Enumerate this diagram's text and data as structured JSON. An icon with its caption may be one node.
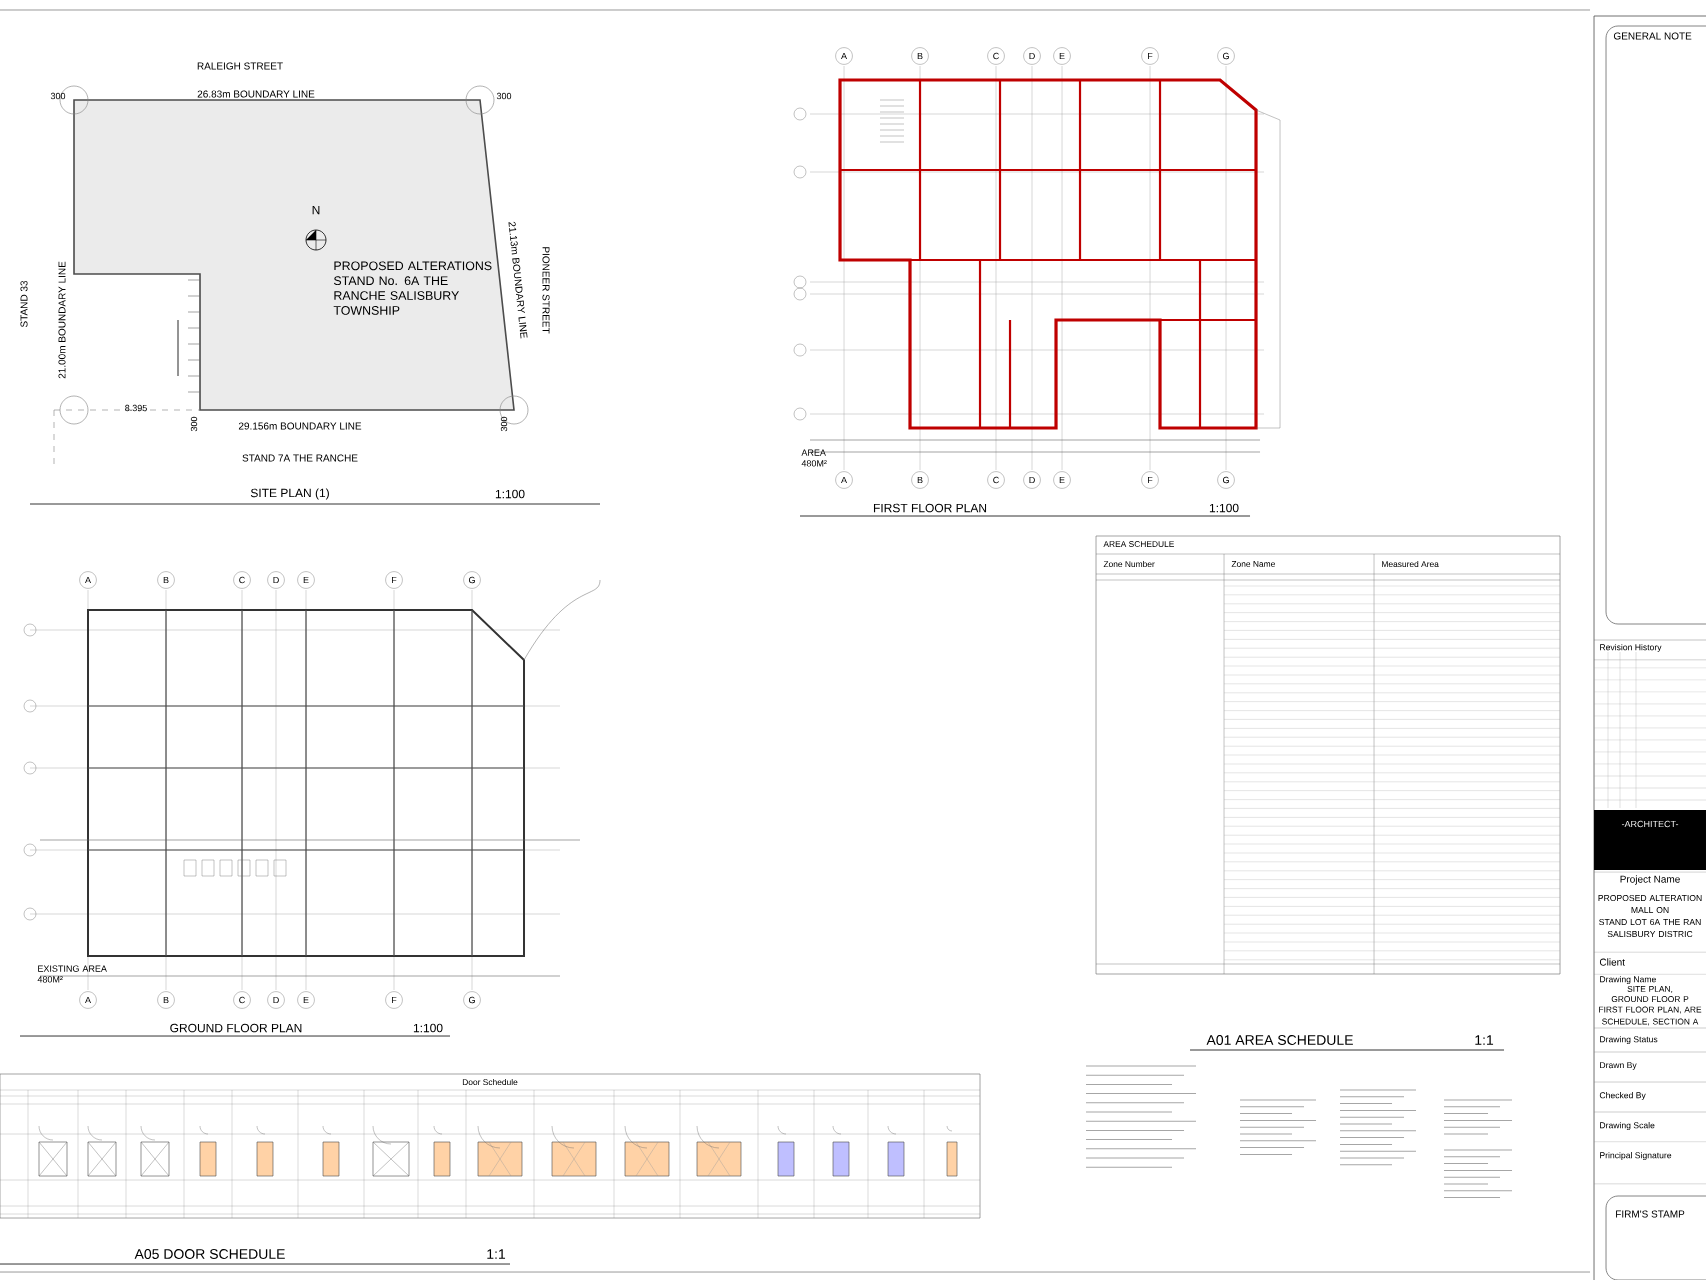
{
  "diagram": {
    "labels": [
      "RALEIGH STREET",
      "300",
      "26.83m BOUNDARY LINE",
      "300",
      "STAND 33",
      "21.00m BOUNDARY LINE",
      "N",
      "PROPOSED ALTERATIONS STAND No. 6A THE RANCHE SALISBURY TOWNSHIP",
      "21.13m BOUNDARY LINE",
      "PIONEER STREET",
      "8.395",
      "300",
      "29.156m BOUNDARY LINE",
      "300",
      "STAND 7A THE RANCHE",
      "SITE PLAN (1)",
      "1:100",
      "A",
      "B",
      "C",
      "D",
      "E",
      "F",
      "G",
      "AREA 480M²",
      "A",
      "B",
      "C",
      "D",
      "E",
      "F",
      "G",
      "FIRST FLOOR PLAN",
      "1:100",
      "AREA SCHEDULE",
      "Zone Number",
      "Zone Name",
      "Measured Area",
      "A",
      "B",
      "C",
      "D",
      "E",
      "F",
      "G",
      "EXISTING AREA 480M²",
      "A",
      "B",
      "C",
      "D",
      "E",
      "F",
      "G",
      "GROUND FLOOR PLAN",
      "1:100",
      "A01 AREA SCHEDULE",
      "1:1",
      "Door Schedule",
      "A05 DOOR SCHEDULE",
      "1:1",
      "GENERAL NOTE",
      "Revision History",
      "-ARCHITECT-",
      "Project Name",
      "PROPOSED ALTERATION",
      "MALL ON",
      "STAND LOT 6A THE RAN",
      "SALISBURY DISTRIC",
      "Client",
      "Drawing Name",
      "SITE PLAN, GROUND FLOOR P",
      "FIRST FLOOR PLAN, ARE",
      "SCHEDULE, SECTION A",
      "Drawing Status",
      "Drawn By",
      "Checked By",
      "Drawing Scale",
      "Principal Signature",
      "FIRM'S STAMP"
    ]
  }
}
